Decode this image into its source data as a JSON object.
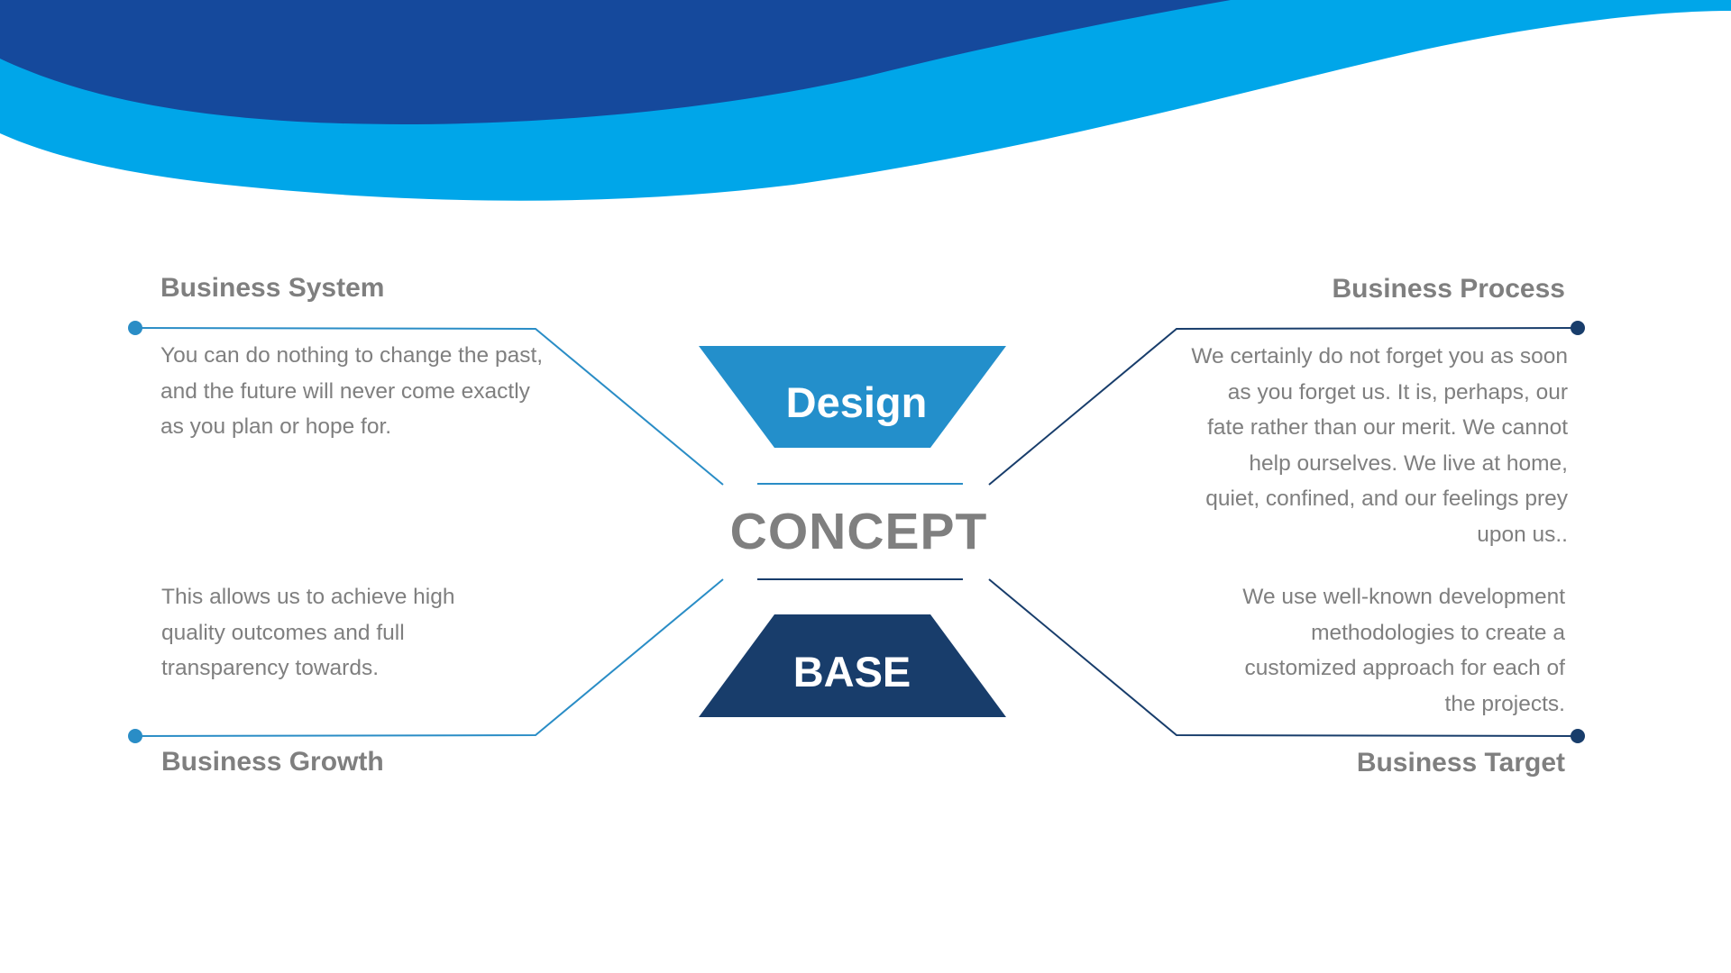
{
  "colors": {
    "wave_dark": "#15499c",
    "wave_light": "#00a6e9",
    "design_fill": "#238fcb",
    "base_fill": "#183d6b",
    "left_line": "#2a8dc6",
    "right_line": "#183d6b",
    "text_gray": "#7f7f7f"
  },
  "center": {
    "top_label": "Design",
    "middle_label": "CONCEPT",
    "bottom_label": "BASE"
  },
  "nodes": {
    "top_left": {
      "title": "Business System",
      "text": "You can do nothing to change the past, and the future will never come exactly as you plan or hope for."
    },
    "bottom_left": {
      "title": "Business Growth",
      "text": "This allows us to achieve high quality outcomes and full transparency towards."
    },
    "top_right": {
      "title": "Business Process",
      "text": "We certainly do not forget you as soon as you forget us. It is, perhaps, our fate rather than our merit. We cannot help ourselves. We live at home, quiet, confined, and our feelings prey upon us.."
    },
    "bottom_right": {
      "title": "Business Target",
      "text": "We use well-known development methodologies to create a customized approach for each of the projects."
    }
  }
}
